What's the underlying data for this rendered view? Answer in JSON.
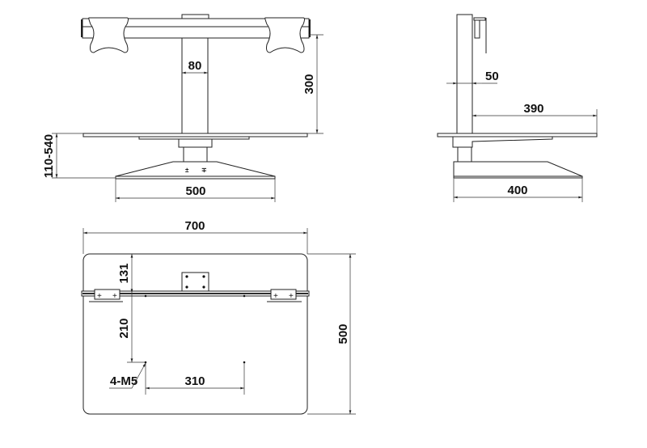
{
  "front_view": {
    "column_width": "80",
    "arm_height": "300",
    "height_range": "110-540",
    "base_width": "500"
  },
  "side_view": {
    "column_depth": "50",
    "desk_depth": "390",
    "base_depth": "400"
  },
  "top_view": {
    "desk_width": "700",
    "desk_depth": "500",
    "bar_offset": "131",
    "hole_offset": "210",
    "hole_spacing": "310",
    "hole_spec": "4-M5"
  }
}
